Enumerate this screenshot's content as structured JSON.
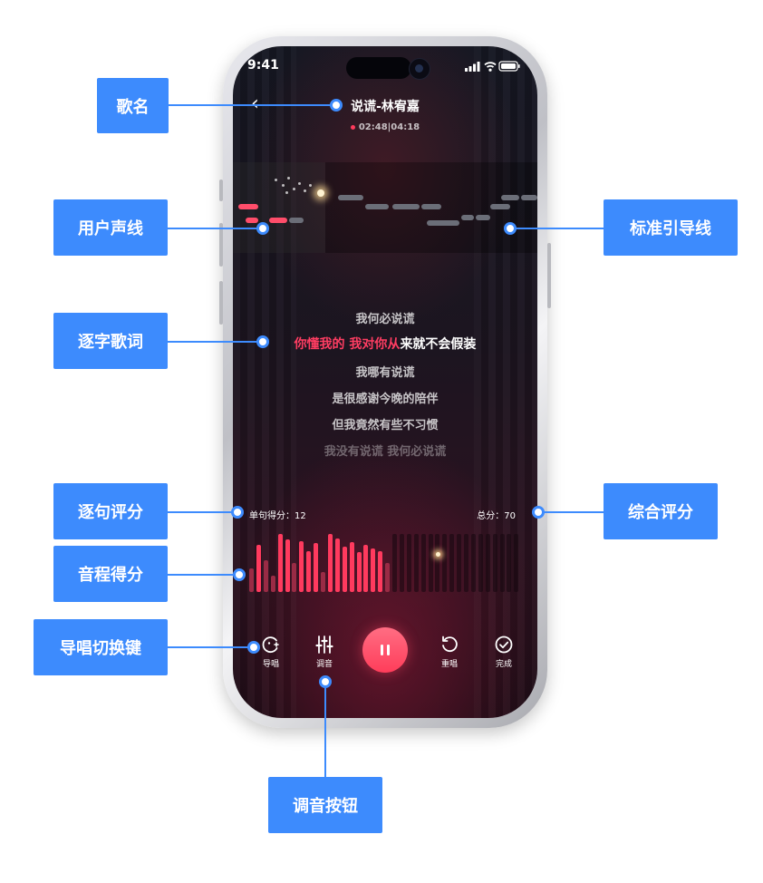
{
  "status_bar": {
    "time": "9:41"
  },
  "song": {
    "title": "说谎-林宥嘉",
    "time": "02:48|04:18"
  },
  "lyrics": {
    "line_1": "我何必说谎",
    "current_sung": "你懂我的 我对你从",
    "current_unsung": "来就不会假装",
    "line_3": "我哪有说谎",
    "line_4": "是很感谢今晚的陪伴",
    "line_5": "但我竟然有些不习惯",
    "line_6": "我没有说谎 我何必说谎"
  },
  "scores": {
    "sentence_label": "单句得分：",
    "sentence_value": "12",
    "total_label": "总分：",
    "total_value": "70",
    "pitch_levels": [
      0.4,
      0.82,
      0.55,
      0.28,
      1.0,
      0.9,
      0.5,
      0.88,
      0.7,
      0.85,
      0.35,
      1.0,
      0.92,
      0.78,
      0.86,
      0.68,
      0.82,
      0.75,
      0.7,
      0.5
    ]
  },
  "controls": {
    "guide_label": "导唱",
    "tune_label": "调音",
    "retry_label": "重唱",
    "done_label": "完成"
  },
  "callouts": {
    "song_name": "歌名",
    "user_voice": "用户声线",
    "word_lyrics": "逐字歌词",
    "sentence_score": "逐句评分",
    "pitch_score": "音程得分",
    "guide_toggle": "导唱切换键",
    "standard_guide": "标准引导线",
    "total_score": "综合评分",
    "tune_button": "调音按钮"
  },
  "colors": {
    "accent": "#ff3d62",
    "callout": "#3d8bfd"
  }
}
